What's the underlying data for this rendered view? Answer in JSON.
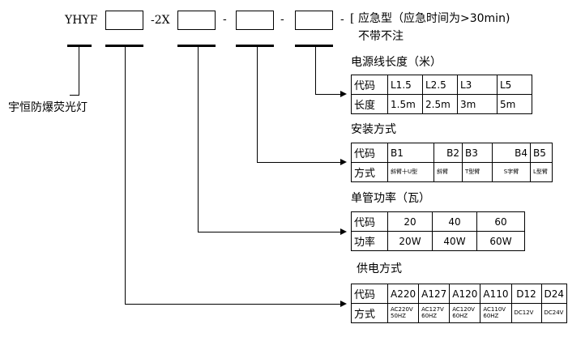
{
  "code": {
    "prefix": "YHYF",
    "sep_2x": "-2X",
    "dash1": "-",
    "dash2": "-",
    "dash3": "-",
    "bracket": "[",
    "emergency": "应急型（应急时间为>30min)",
    "no_tag": "不带不注"
  },
  "product_name": "宇恒防爆荧光灯",
  "sections": {
    "cable": {
      "title": "电源线长度（米）",
      "row1_head": "代码",
      "codes": [
        "L1.5",
        "L2.5",
        "L3",
        "L5"
      ],
      "row2_head": "长度",
      "values": [
        "1.5m",
        "2.5m",
        "3m",
        "5m"
      ]
    },
    "install": {
      "title": "安装方式",
      "row1_head": "代码",
      "codes": [
        "B1",
        "B2",
        "B3",
        "B4",
        "B5"
      ],
      "row2_head": "方式",
      "values": [
        "斜臂十U型",
        "斜臂",
        "T型臂",
        "S字臂",
        "L型臂"
      ]
    },
    "power": {
      "title": "单管功率（瓦）",
      "row1_head": "代码",
      "codes": [
        "20",
        "40",
        "60"
      ],
      "row2_head": "功率",
      "values": [
        "20W",
        "40W",
        "60W"
      ]
    },
    "supply": {
      "title": "供电方式",
      "row1_head": "代码",
      "codes": [
        "A220",
        "A127",
        "A120",
        "A110",
        "D12",
        "D24"
      ],
      "row2_head": "方式",
      "values": [
        [
          "AC220V",
          "50HZ"
        ],
        [
          "AC127V",
          "60HZ"
        ],
        [
          "AC120V",
          "60HZ"
        ],
        [
          "AC110V",
          "60HZ"
        ],
        [
          "DC12V",
          ""
        ],
        [
          "DC24V",
          ""
        ]
      ]
    }
  }
}
